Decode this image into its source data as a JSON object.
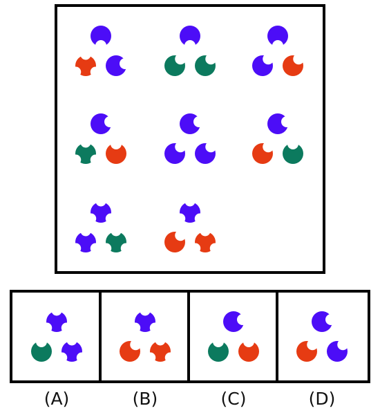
{
  "palette": {
    "purple": "#4c0df7",
    "green": "#0c7a5e",
    "red": "#e63b13",
    "frame": "#000000"
  },
  "puzzle": {
    "grid": [
      [
        {
          "top": {
            "shape": "bite-bottom",
            "color": "purple"
          },
          "left": {
            "shape": "tri-notch",
            "color": "red"
          },
          "right": {
            "shape": "bite-right",
            "color": "purple"
          }
        },
        {
          "top": {
            "shape": "bite-bottom",
            "color": "purple"
          },
          "left": {
            "shape": "bite-top-right",
            "color": "green"
          },
          "right": {
            "shape": "bite-top-right",
            "color": "green"
          }
        },
        {
          "top": {
            "shape": "bite-bottom",
            "color": "purple"
          },
          "left": {
            "shape": "bite-top-right",
            "color": "purple"
          },
          "right": {
            "shape": "bite-top-right",
            "color": "red"
          }
        }
      ],
      [
        {
          "top": {
            "shape": "bite-right",
            "color": "purple"
          },
          "left": {
            "shape": "tri-notch",
            "color": "green"
          },
          "right": {
            "shape": "bite-top",
            "color": "red"
          }
        },
        {
          "top": {
            "shape": "bite-right",
            "color": "purple"
          },
          "left": {
            "shape": "bite-top-right",
            "color": "purple"
          },
          "right": {
            "shape": "bite-top-right",
            "color": "purple"
          }
        },
        {
          "top": {
            "shape": "bite-right",
            "color": "purple"
          },
          "left": {
            "shape": "bite-top-right",
            "color": "red"
          },
          "right": {
            "shape": "bite-top",
            "color": "green"
          }
        }
      ],
      [
        {
          "top": {
            "shape": "tri-notch",
            "color": "purple"
          },
          "left": {
            "shape": "tri-notch",
            "color": "purple"
          },
          "right": {
            "shape": "tri-notch",
            "color": "green"
          }
        },
        {
          "top": {
            "shape": "tri-notch",
            "color": "purple"
          },
          "left": {
            "shape": "bite-top-right",
            "color": "red"
          },
          "right": {
            "shape": "tri-notch",
            "color": "red"
          }
        },
        null
      ]
    ]
  },
  "options": [
    {
      "label": "(A)",
      "glyphs": {
        "top": {
          "shape": "tri-notch",
          "color": "purple"
        },
        "left": {
          "shape": "bite-top",
          "color": "green"
        },
        "right": {
          "shape": "tri-notch",
          "color": "purple"
        }
      }
    },
    {
      "label": "(B)",
      "glyphs": {
        "top": {
          "shape": "tri-notch",
          "color": "purple"
        },
        "left": {
          "shape": "bite-top-right",
          "color": "red"
        },
        "right": {
          "shape": "tri-notch",
          "color": "red"
        }
      }
    },
    {
      "label": "(C)",
      "glyphs": {
        "top": {
          "shape": "bite-right",
          "color": "purple"
        },
        "left": {
          "shape": "bite-top",
          "color": "green"
        },
        "right": {
          "shape": "bite-top",
          "color": "red"
        }
      }
    },
    {
      "label": "(D)",
      "glyphs": {
        "top": {
          "shape": "bite-right",
          "color": "purple"
        },
        "left": {
          "shape": "bite-top-right",
          "color": "red"
        },
        "right": {
          "shape": "bite-top-right",
          "color": "purple"
        }
      }
    }
  ]
}
